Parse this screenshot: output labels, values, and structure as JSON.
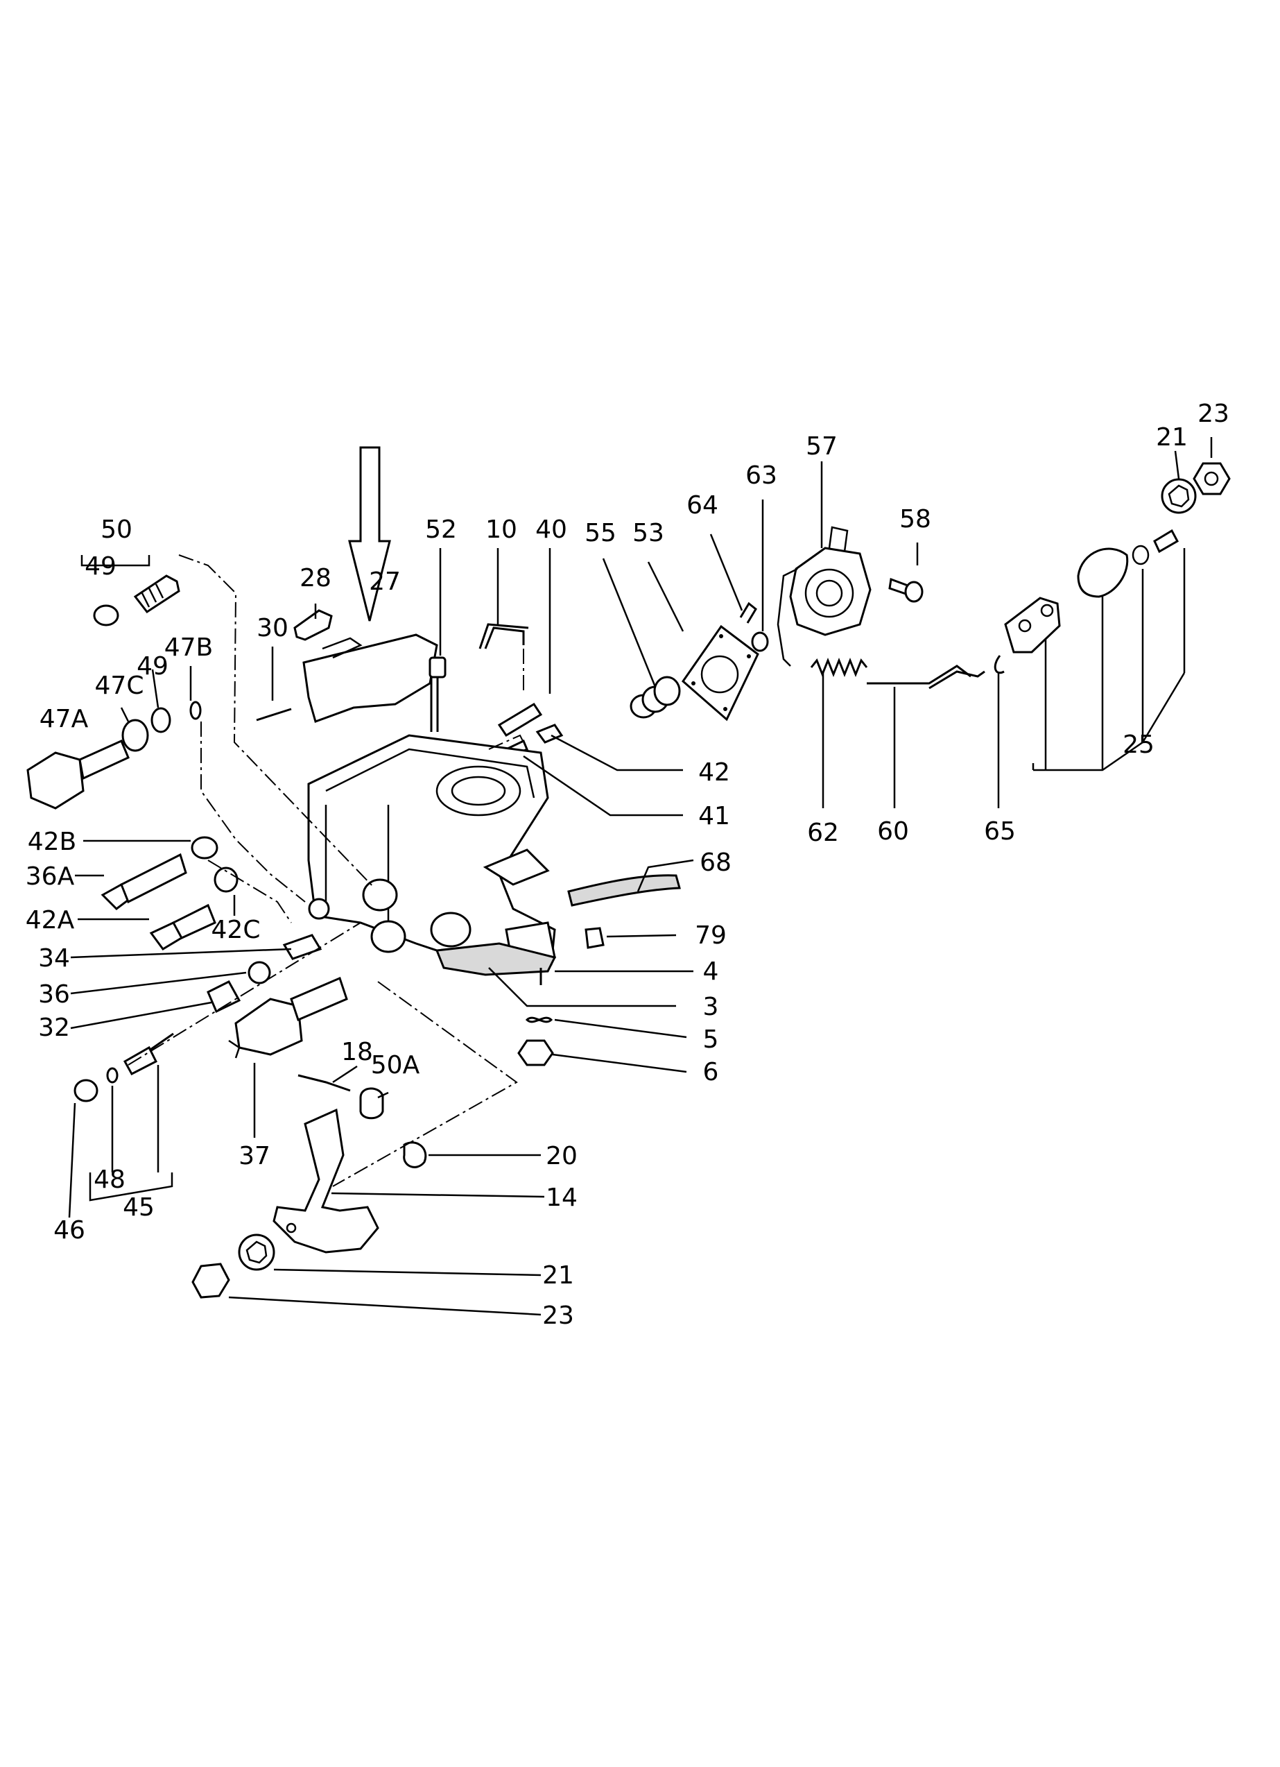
{
  "diagram": {
    "colors": {
      "ink": "#000000",
      "paper": "#ffffff"
    },
    "labels": [
      {
        "id": "23-top",
        "text": "23"
      },
      {
        "id": "21-top",
        "text": "21"
      },
      {
        "id": "57",
        "text": "57"
      },
      {
        "id": "63",
        "text": "63"
      },
      {
        "id": "64",
        "text": "64"
      },
      {
        "id": "58",
        "text": "58"
      },
      {
        "id": "55",
        "text": "55"
      },
      {
        "id": "53",
        "text": "53"
      },
      {
        "id": "52",
        "text": "52"
      },
      {
        "id": "10",
        "text": "10"
      },
      {
        "id": "40",
        "text": "40"
      },
      {
        "id": "50",
        "text": "50"
      },
      {
        "id": "49-top",
        "text": "49"
      },
      {
        "id": "28",
        "text": "28"
      },
      {
        "id": "27",
        "text": "27"
      },
      {
        "id": "30",
        "text": "30"
      },
      {
        "id": "47B",
        "text": "47B"
      },
      {
        "id": "49-mid",
        "text": "49"
      },
      {
        "id": "47C",
        "text": "47C"
      },
      {
        "id": "47A",
        "text": "47A"
      },
      {
        "id": "42-right",
        "text": "42"
      },
      {
        "id": "41",
        "text": "41"
      },
      {
        "id": "62",
        "text": "62"
      },
      {
        "id": "60",
        "text": "60"
      },
      {
        "id": "65",
        "text": "65"
      },
      {
        "id": "25",
        "text": "25"
      },
      {
        "id": "42B",
        "text": "42B"
      },
      {
        "id": "36A",
        "text": "36A"
      },
      {
        "id": "42A",
        "text": "42A"
      },
      {
        "id": "42C",
        "text": "42C"
      },
      {
        "id": "68",
        "text": "68"
      },
      {
        "id": "79",
        "text": "79"
      },
      {
        "id": "34",
        "text": "34"
      },
      {
        "id": "36",
        "text": "36"
      },
      {
        "id": "32",
        "text": "32"
      },
      {
        "id": "4",
        "text": "4"
      },
      {
        "id": "3",
        "text": "3"
      },
      {
        "id": "5",
        "text": "5"
      },
      {
        "id": "6",
        "text": "6"
      },
      {
        "id": "18",
        "text": "18"
      },
      {
        "id": "50A",
        "text": "50A"
      },
      {
        "id": "37",
        "text": "37"
      },
      {
        "id": "20",
        "text": "20"
      },
      {
        "id": "14",
        "text": "14"
      },
      {
        "id": "48",
        "text": "48"
      },
      {
        "id": "45",
        "text": "45"
      },
      {
        "id": "46",
        "text": "46"
      },
      {
        "id": "21-bottom",
        "text": "21"
      },
      {
        "id": "23-bottom",
        "text": "23"
      }
    ]
  }
}
